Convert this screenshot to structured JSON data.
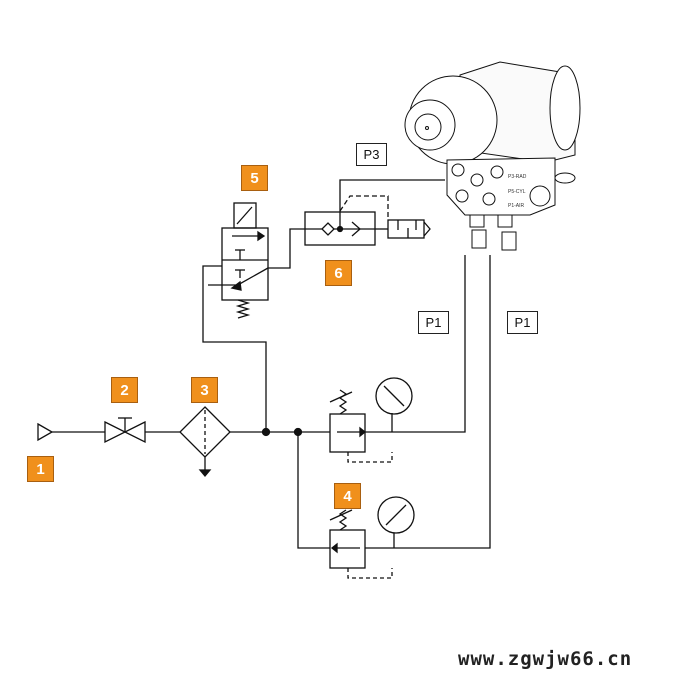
{
  "badges": [
    "1",
    "2",
    "3",
    "4",
    "5",
    "6"
  ],
  "port_labels": {
    "p3": "P3",
    "p1_left": "P1",
    "p1_right": "P1"
  },
  "watermark": "www.zgwjw66.cn",
  "colors": {
    "badge": "#f0901c",
    "line": "#111111"
  }
}
